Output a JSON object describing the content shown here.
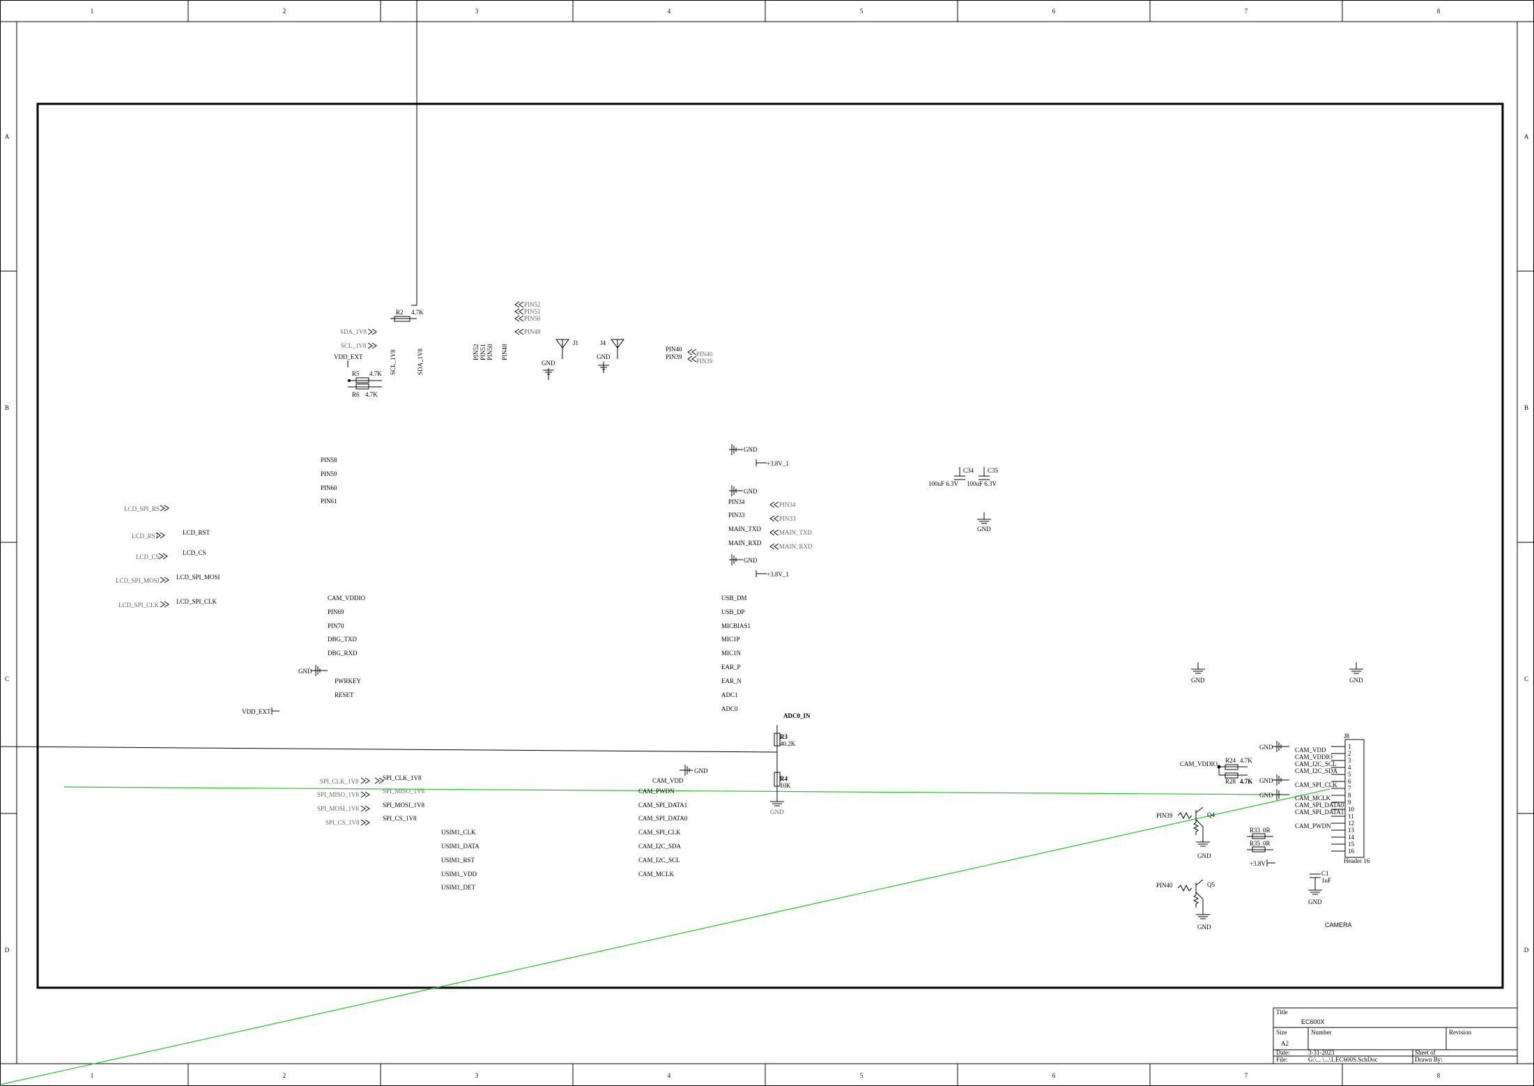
{
  "frame": {
    "columns": [
      "1",
      "2",
      "3",
      "4",
      "5",
      "6",
      "7",
      "8"
    ],
    "rows": [
      "A",
      "B",
      "C",
      "D"
    ]
  },
  "title_block": {
    "title_label": "Title",
    "title": "EC600X",
    "size_label": "Size",
    "size": "A2",
    "number_label": "Number",
    "revision_label": "Revision",
    "date_label": "Date:",
    "date": "3-31-2023",
    "file_label": "File:",
    "file": "G:\\... \\...\\1.EC600S.SchDoc",
    "sheet_label": "Sheet   of",
    "drawn_label": "Drawn By:"
  },
  "labels": {
    "sda_1v8": "SDA_1V8",
    "scl_1v8": "SCL_1V8",
    "vdd_ext": "VDD_EXT",
    "r2": "R2",
    "r2_val": "4.7K",
    "r5": "R5",
    "r5_val": "4.7K",
    "r6": "R6",
    "r6_val": "4.7K",
    "scl_1v8_v": "SCL_1V8",
    "sda_1v8_v": "SDA_1V8",
    "pin52": "PIN52",
    "pin51": "PIN51",
    "pin50": "PIN50",
    "pin48": "PIN48",
    "pin52_v": "PIN52",
    "pin51_v": "PIN51",
    "pin50_v": "PIN50",
    "pin48_v": "PIN48",
    "j1": "J1",
    "j4": "J4",
    "gnd": "GND",
    "pin40": "PIN40",
    "pin39": "PIN39",
    "pin58": "PIN58",
    "pin59": "PIN59",
    "pin60": "PIN60",
    "pin61": "PIN61",
    "lcd_spi_rs": "LCD_SPI_RS",
    "lcd_rst": "LCD_RST",
    "lcd_cs": "LCD_CS",
    "lcd_spi_mosi": "LCD_SPI_MOSI",
    "lcd_spi_clk": "LCD_SPI_CLK",
    "cam_vddio": "CAM_VDDIO",
    "pin69": "PIN69",
    "pin70": "PIN70",
    "dbg_txd": "DBG_TXD",
    "dbg_rxd": "DBG_RXD",
    "pwrkey": "PWRKEY",
    "reset": "RESET",
    "plus_3v8_1": "+3.8V_1",
    "pin34": "PIN34",
    "pin33": "PIN33",
    "main_txd": "MAIN_TXD",
    "main_rxd": "MAIN_RXD",
    "usb_dm": "USB_DM",
    "usb_dp": "USB_DP",
    "micbias1": "MICBIAS1",
    "mic1p": "MIC1P",
    "mic1n": "MIC1N",
    "ear_p": "EAR_P",
    "ear_n": "EAR_N",
    "adc1": "ADC1",
    "adc0": "ADC0",
    "adc0_in": "ADC0_IN",
    "r3": "R3",
    "r3_val": "40.2K",
    "r4": "R4",
    "r4_val": "10K",
    "c34": "C34",
    "c35": "C35",
    "c34_val": "100uF 6.3V",
    "c35_val": "100uF 6.3V",
    "spi_clk_1v8": "SPI_CLK_1V8",
    "spi_miso_1v8": "SPI_MISO_1V8",
    "spi_mosi_1v8": "SPI_MOSI_1V8",
    "spi_cs_1v8": "SPI_CS_1V8",
    "usim1_clk": "USIM1_CLK",
    "usim1_data": "USIM1_DATA",
    "usim1_rst": "USIM1_RST",
    "usim1_vdd": "USIM1_VDD",
    "usim1_det": "USIM1_DET",
    "cam_vdd": "CAM_VDD",
    "cam_pwdn": "CAM_PWDN",
    "cam_spi_data1": "CAM_SPI_DATA1",
    "cam_spi_data0": "CAM_SPI_DATA0",
    "cam_spi_clk": "CAM_SPI_CLK",
    "cam_i2c_sda": "CAM_I2C_SDA",
    "cam_i2c_scl": "CAM_I2C_SCL",
    "cam_mclk": "CAM_MCLK",
    "r24": "R24",
    "r24_val": "4.7K",
    "r28": "R28",
    "r28_val": "4.7K",
    "q4": "Q4",
    "q5": "Q5",
    "r33": "R33",
    "r33_val": "0R",
    "r35": "R35",
    "r35_val": "0R",
    "plus_3v8": "+3.8V",
    "c1": "C1",
    "c1_val": "1uF",
    "j8": "J8",
    "header16": "Header 16",
    "camera": "CAMERA",
    "hdr_cam_vdd": "CAM_VDD",
    "hdr_cam_vddio": "CAM_VDDIO",
    "hdr_i2c_scl": "CAM_I2C_SCL",
    "hdr_i2c_sda": "CAM_I2C_SDA",
    "hdr_spi_clk": "CAM_SPI_CLK",
    "hdr_mclk": "CAM_MCLK",
    "hdr_spi_data0": "CAM_SPI_DATA0",
    "hdr_spi_data1": "CAM_SPI_DATA1",
    "hdr_pwdn": "CAM_PWDN",
    "header_pins": [
      "1",
      "2",
      "3",
      "4",
      "5",
      "6",
      "7",
      "8",
      "9",
      "10",
      "11",
      "12",
      "13",
      "14",
      "15",
      "16"
    ]
  }
}
